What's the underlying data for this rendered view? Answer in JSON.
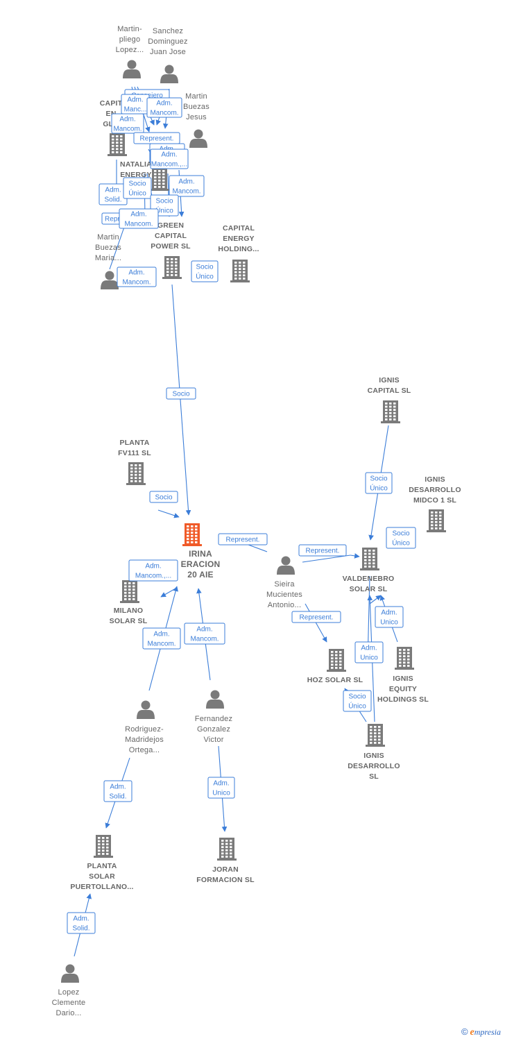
{
  "colors": {
    "edge": "#3b7dd8",
    "node": "#7a7a7a",
    "focus": "#f05a28"
  },
  "focus": {
    "id": "irina",
    "lines": [
      "IRINA",
      "ERACION",
      "20 AIE"
    ]
  },
  "nodes": [
    {
      "id": "martin_pliego",
      "kind": "person",
      "lines": [
        "Martin-",
        "pliego",
        "Lopez..."
      ]
    },
    {
      "id": "sanchez",
      "kind": "person",
      "lines": [
        "Sanchez",
        "Dominguez",
        "Juan Jose"
      ]
    },
    {
      "id": "martin_buezas_jesus",
      "kind": "person",
      "lines": [
        "Martin",
        "Buezas",
        "Jesus"
      ]
    },
    {
      "id": "capital_energy_glo",
      "kind": "company",
      "lines": [
        "CAPIT",
        "EN",
        "GLO"
      ]
    },
    {
      "id": "natalia_energy",
      "kind": "company",
      "lines": [
        "NATALIA",
        "ENERGY"
      ]
    },
    {
      "id": "green_capital",
      "kind": "company",
      "lines": [
        "GREEN",
        "CAPITAL",
        "POWER SL"
      ]
    },
    {
      "id": "capital_energy_holding",
      "kind": "company",
      "lines": [
        "CAPITAL",
        "ENERGY",
        "HOLDING..."
      ]
    },
    {
      "id": "martin_buezas_maria",
      "kind": "person",
      "lines": [
        "Martin",
        "Buezas",
        "Maria..."
      ]
    },
    {
      "id": "ignis_capital",
      "kind": "company",
      "lines": [
        "IGNIS",
        "CAPITAL  SL"
      ]
    },
    {
      "id": "planta_fv111",
      "kind": "company",
      "lines": [
        "PLANTA",
        "FV111  SL"
      ]
    },
    {
      "id": "ignis_midco",
      "kind": "company",
      "lines": [
        "IGNIS",
        "DESARROLLO",
        "MIDCO 1  SL"
      ]
    },
    {
      "id": "valdenebro",
      "kind": "company",
      "lines": [
        "VALDENEBRO",
        "SOLAR SL"
      ]
    },
    {
      "id": "sieira",
      "kind": "person",
      "lines": [
        "Sieira",
        "Mucientes",
        "Antonio..."
      ]
    },
    {
      "id": "milano",
      "kind": "company",
      "lines": [
        "MILANO",
        "SOLAR  SL"
      ]
    },
    {
      "id": "hoz_solar",
      "kind": "company",
      "lines": [
        "HOZ SOLAR SL"
      ]
    },
    {
      "id": "ignis_equity",
      "kind": "company",
      "lines": [
        "IGNIS",
        "EQUITY",
        "HOLDINGS  SL"
      ]
    },
    {
      "id": "rodriguez",
      "kind": "person",
      "lines": [
        "Rodriguez-",
        "Madridejos",
        "Ortega..."
      ]
    },
    {
      "id": "fernandez",
      "kind": "person",
      "lines": [
        "Fernandez",
        "Gonzalez",
        "Victor"
      ]
    },
    {
      "id": "ignis_desarrollo",
      "kind": "company",
      "lines": [
        "IGNIS",
        "DESARROLLO",
        "SL"
      ]
    },
    {
      "id": "planta_puertollano",
      "kind": "company",
      "lines": [
        "PLANTA",
        "SOLAR",
        "PUERTOLLANO..."
      ]
    },
    {
      "id": "joran",
      "kind": "company",
      "lines": [
        "JORAN",
        "FORMACION SL"
      ]
    },
    {
      "id": "lopez",
      "kind": "person",
      "lines": [
        "Lopez",
        "Clemente",
        "Dario..."
      ]
    }
  ],
  "edge_labels": [
    {
      "id": "e1",
      "lines": [
        "Consejero"
      ]
    },
    {
      "id": "e2",
      "lines": [
        "Adm.",
        "Manc..."
      ]
    },
    {
      "id": "e3",
      "lines": [
        "Adm.",
        "Mancom."
      ]
    },
    {
      "id": "e4",
      "lines": [
        "Adm.",
        "Mancom."
      ]
    },
    {
      "id": "e5",
      "lines": [
        "Represent."
      ]
    },
    {
      "id": "e6",
      "lines": [
        "Adm.",
        "Mancom."
      ]
    },
    {
      "id": "e7",
      "lines": [
        "Adm.",
        "Mancom.,..."
      ]
    },
    {
      "id": "e8",
      "lines": [
        "Adm.",
        "Solid."
      ]
    },
    {
      "id": "e9",
      "lines": [
        "Socio",
        "Único"
      ]
    },
    {
      "id": "e10",
      "lines": [
        "Adm.",
        "Mancom."
      ]
    },
    {
      "id": "e11",
      "lines": [
        "Socio",
        "Único"
      ]
    },
    {
      "id": "e12",
      "lines": [
        "Repr."
      ]
    },
    {
      "id": "e13",
      "lines": [
        "Adm.",
        "Mancom."
      ]
    },
    {
      "id": "e14",
      "lines": [
        "Adm.",
        "Mancom."
      ]
    },
    {
      "id": "e15",
      "lines": [
        "Socio",
        "Único"
      ]
    },
    {
      "id": "e16",
      "lines": [
        "Socio"
      ]
    },
    {
      "id": "e17",
      "lines": [
        "Socio",
        "Único"
      ]
    },
    {
      "id": "e18",
      "lines": [
        "Socio"
      ]
    },
    {
      "id": "e19",
      "lines": [
        "Socio",
        "Único"
      ]
    },
    {
      "id": "e20",
      "lines": [
        "Represent."
      ]
    },
    {
      "id": "e21",
      "lines": [
        "Represent."
      ]
    },
    {
      "id": "e22",
      "lines": [
        "Adm.",
        "Mancom.,..."
      ]
    },
    {
      "id": "e23",
      "lines": [
        "Represent."
      ]
    },
    {
      "id": "e24",
      "lines": [
        "Adm.",
        "Unico"
      ]
    },
    {
      "id": "e25",
      "lines": [
        "Adm.",
        "Mancom."
      ]
    },
    {
      "id": "e26",
      "lines": [
        "Adm.",
        "Mancom."
      ]
    },
    {
      "id": "e27",
      "lines": [
        "Adm.",
        "Unico"
      ]
    },
    {
      "id": "e28",
      "lines": [
        "Socio",
        "Único"
      ]
    },
    {
      "id": "e29",
      "lines": [
        "Adm.",
        "Solid."
      ]
    },
    {
      "id": "e30",
      "lines": [
        "Adm.",
        "Unico"
      ]
    },
    {
      "id": "e31",
      "lines": [
        "Adm.",
        "Solid."
      ]
    }
  ],
  "footer": {
    "copyright": "©",
    "brand_first": "e",
    "brand_rest": "mpresia"
  }
}
